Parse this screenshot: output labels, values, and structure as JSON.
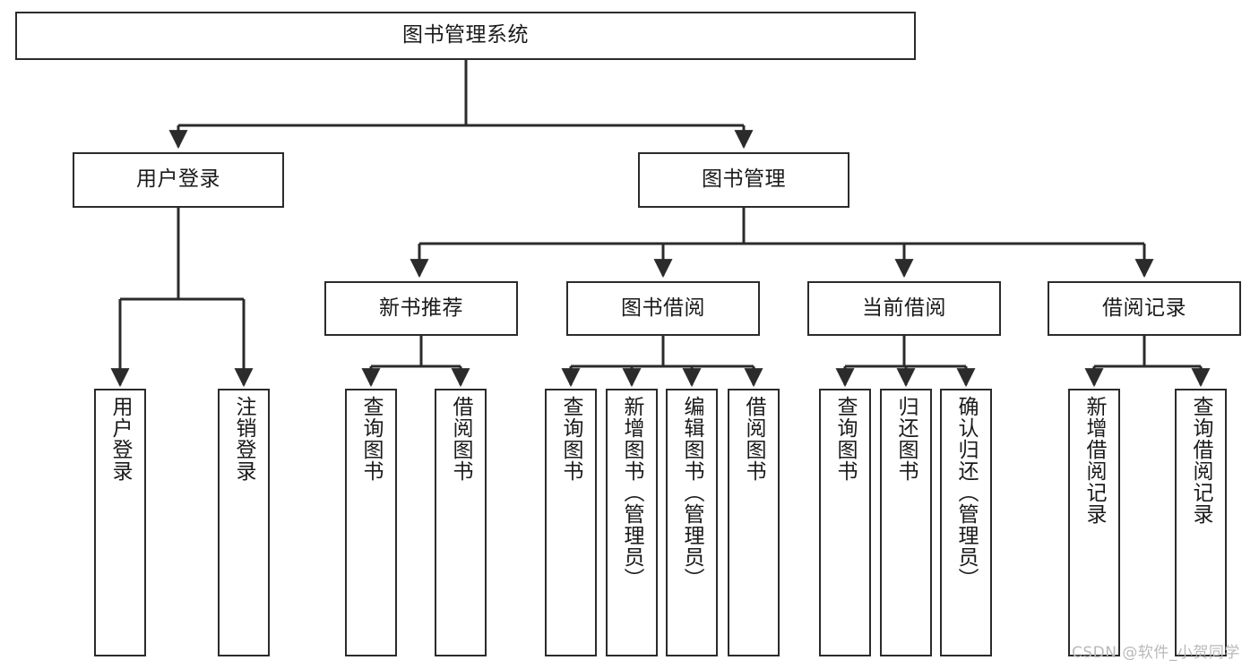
{
  "diagram": {
    "type": "tree-hierarchy-chart",
    "title": "图书管理系统",
    "watermark": "CSDN @软件_小贺同学",
    "colors": {
      "background": "#ffffff",
      "stroke": "#2b2b2b",
      "text": "#1a1a1a",
      "watermark": "#b9b9b9"
    },
    "root": {
      "label": "图书管理系统"
    },
    "level2": [
      {
        "label": "用户登录"
      },
      {
        "label": "图书管理"
      }
    ],
    "level3": [
      {
        "label": "新书推荐"
      },
      {
        "label": "图书借阅"
      },
      {
        "label": "当前借阅"
      },
      {
        "label": "借阅记录"
      }
    ],
    "leaves": {
      "user_login": [
        {
          "label": "用户登录"
        },
        {
          "label": "注销登录"
        }
      ],
      "new_book_recommend": [
        {
          "label": "查询图书"
        },
        {
          "label": "借阅图书"
        }
      ],
      "book_borrow": [
        {
          "label": "查询图书"
        },
        {
          "label": "新增图书（管理员）"
        },
        {
          "label": "编辑图书（管理员）"
        },
        {
          "label": "借阅图书"
        }
      ],
      "current_borrow": [
        {
          "label": "查询图书"
        },
        {
          "label": "归还图书"
        },
        {
          "label": "确认归还（管理员）"
        }
      ],
      "borrow_record": [
        {
          "label": "新增借阅记录"
        },
        {
          "label": "查询借阅记录"
        }
      ]
    }
  }
}
